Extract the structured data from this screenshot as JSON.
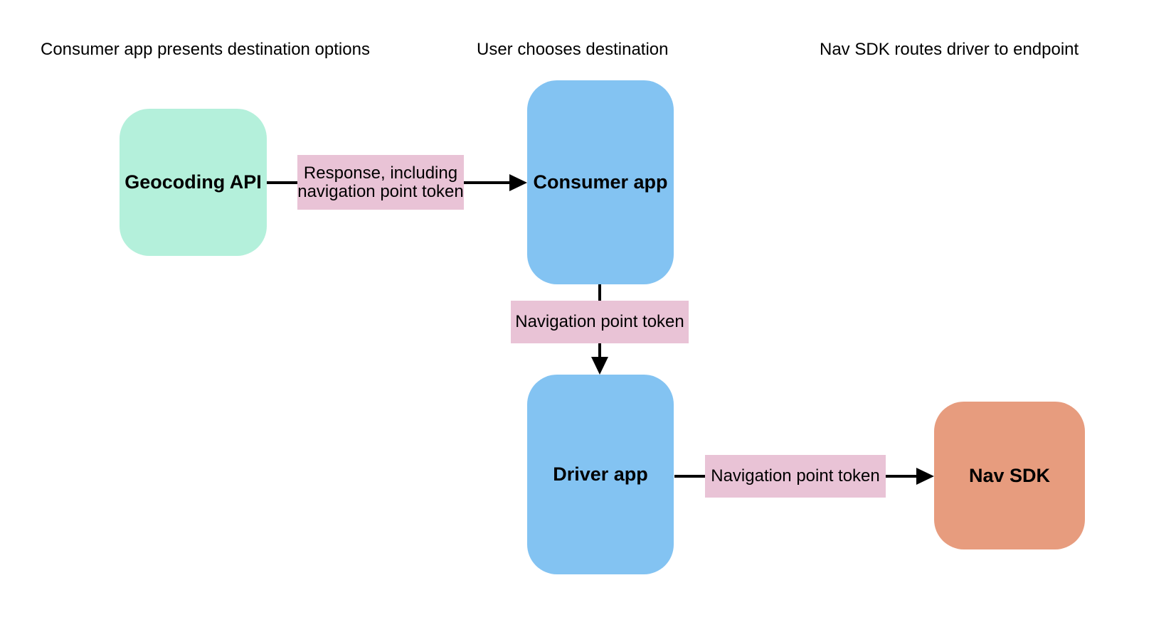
{
  "diagram": {
    "type": "flowchart",
    "background": "#ffffff",
    "headers": [
      {
        "text": "Consumer app presents destination options"
      },
      {
        "text": "User chooses destination"
      },
      {
        "text": "Nav SDK routes driver to endpoint"
      }
    ],
    "nodes": [
      {
        "id": "geocoding-api",
        "label": "Geocoding API",
        "fill": "#b4f0db"
      },
      {
        "id": "consumer-app",
        "label": "Consumer app",
        "fill": "#83c3f2"
      },
      {
        "id": "driver-app",
        "label": "Driver app",
        "fill": "#83c3f2"
      },
      {
        "id": "nav-sdk",
        "label": "Nav SDK",
        "fill": "#e79c7e"
      }
    ],
    "edges": [
      {
        "from": "geocoding-api",
        "to": "consumer-app",
        "label": "Response, including navigation point token",
        "direction": "right"
      },
      {
        "from": "consumer-app",
        "to": "driver-app",
        "label": "Navigation point token",
        "direction": "down"
      },
      {
        "from": "driver-app",
        "to": "nav-sdk",
        "label": "Navigation point token",
        "direction": "right"
      }
    ],
    "colors": {
      "node_green": "#b4f0db",
      "node_blue": "#83c3f2",
      "node_salmon": "#e79c7e",
      "edge_label_pink": "#e9c3d6",
      "arrow_black": "#000000",
      "text_black": "#000000",
      "background_white": "#ffffff"
    }
  }
}
